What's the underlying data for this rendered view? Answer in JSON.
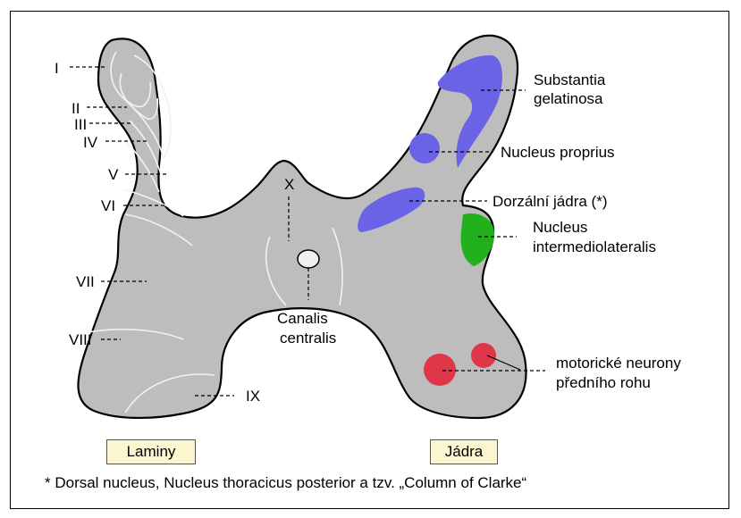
{
  "laminae": {
    "I": "I",
    "II": "II",
    "III": "III",
    "IV": "IV",
    "V": "V",
    "VI": "VI",
    "VII": "VII",
    "VIII": "VIII",
    "IX": "IX",
    "X": "X"
  },
  "nuclei": {
    "substantia_gelatinosa": [
      "Substantia",
      "gelatinosa"
    ],
    "nucleus_proprius": "Nucleus proprius",
    "dorsal_nuclei": "Dorzální jádra (*)",
    "intermediolateral": [
      "Nucleus",
      "intermediolateralis"
    ],
    "motor_neurons": [
      "motorické neurony",
      "předního rohu"
    ]
  },
  "canal": [
    "Canalis",
    "centralis"
  ],
  "legend": {
    "left_box": "Laminy",
    "right_box": "Jádra"
  },
  "footnote": "* Dorsal nucleus, Nucleus thoracicus posterior a tzv. „Column of Clarke“",
  "colors": {
    "gray_matter": "#bdbdbd",
    "blue_nuclei": "#6b63e6",
    "green_nucleus": "#22b01c",
    "red_nuclei": "#e0364a",
    "label_box": "#fbf6cf"
  }
}
